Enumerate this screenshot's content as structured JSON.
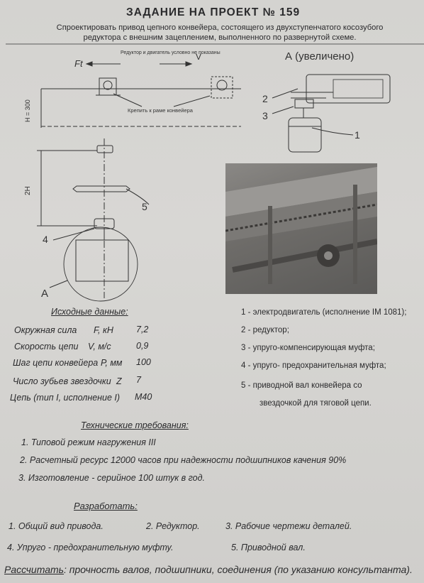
{
  "title": "ЗАДАНИЕ НА ПРОЕКТ № 159",
  "intro": "Спроектировать привод цепного конвейера, состоящего из двухступенчатого косозубого редуктора с внешним зацеплением, выполненного по развернутой схеме.",
  "diagram": {
    "force_label": "Ft",
    "velocity_label": "V",
    "note": "Редуктор и двигатель условно не показаны",
    "mount_note": "Крепить к раме конвейера",
    "height_label": "H = 300",
    "span_label": "2H",
    "view_a_title": "А (увеличено)",
    "view_a_letter": "А",
    "callouts": [
      "1",
      "2",
      "3",
      "4",
      "5"
    ]
  },
  "initial_data": {
    "heading": "Исходные данные:",
    "rows": [
      {
        "label": "Окружная сила",
        "symbol": "F, кН",
        "value": "7,2"
      },
      {
        "label": "Скорость цепи",
        "symbol": "V, м/с",
        "value": "0,9"
      },
      {
        "label": "Шаг цепи конвейера",
        "symbol": "Р, мм",
        "value": "100"
      },
      {
        "label": "Число зубьев звездочки",
        "symbol": "Z",
        "value": "7"
      },
      {
        "label": "Цепь (тип I, исполнение I)",
        "symbol": "",
        "value": "М40"
      }
    ]
  },
  "legend": [
    "1 - электродвигатель (исполнение IM 1081);",
    "2 - редуктор;",
    "3 - упруго-компенсирующая муфта;",
    "4 - упруго- предохранительная муфта;",
    "5 - приводной вал конвейера со",
    "звездочкой для тяговой цепи."
  ],
  "tech": {
    "heading": "Технические требования:",
    "items": [
      "1. Типовой режим нагружения III",
      "2. Расчетный ресурс 12000 часов при надежности подшипников качения 90%",
      "3. Изготовление - серийное 100 штук в год."
    ]
  },
  "develop": {
    "heading": "Разработать:",
    "items": [
      "1. Общий вид привода.",
      "2. Редуктор.",
      "3. Рабочие чертежи  деталей.",
      "4. Упруго - предохранительную муфту.",
      "5. Приводной вал."
    ]
  },
  "calc": {
    "heading": "Рассчитать",
    "text": ": прочность валов, подшипники, соединения (по указанию консультанта)."
  }
}
